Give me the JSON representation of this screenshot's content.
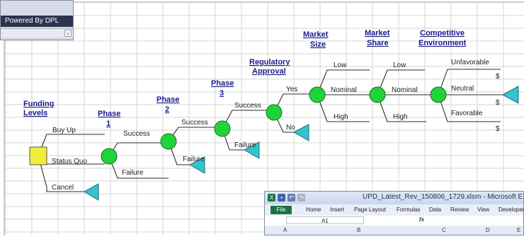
{
  "dpl": {
    "footer_label": "Powered By DPL",
    "scroll_arrow": "›"
  },
  "tree": {
    "funding_levels": "Funding Levels",
    "phase1": "Phase 1",
    "phase2": "Phase 2",
    "phase3": "Phase 3",
    "regulatory_approval": "Regulatory Approval",
    "market_size": "Market Size",
    "market_share": "Market Share",
    "competitive_environment": "Competitive Environment",
    "buy_up": "Buy Up",
    "status_quo": "Status Quo",
    "cancel": "Cancel",
    "success": "Success",
    "failure": "Failure",
    "yes": "Yes",
    "no": "No",
    "low": "Low",
    "nominal": "Nominal",
    "high": "High",
    "unfavorable": "Unfavorable",
    "neutral": "Neutral",
    "favorable": "Favorable",
    "dollar": "$"
  },
  "colors": {
    "chance": "#1fd43a",
    "decision": "#f0ec3a",
    "terminal": "#36c3cf",
    "grid": "#d4d4d4",
    "header_link": "#1a1a8c"
  },
  "excel": {
    "title": "UPD_Latest_Rev_150806_1729.xlsm - Microsoft E",
    "file_tab": "File",
    "tabs": [
      "Home",
      "Insert",
      "Page Layout",
      "Formulas",
      "Data",
      "Review",
      "View",
      "Developer"
    ],
    "name_box": "A1",
    "fx": "fx",
    "columns": [
      "A",
      "B",
      "C",
      "D",
      "E"
    ]
  }
}
